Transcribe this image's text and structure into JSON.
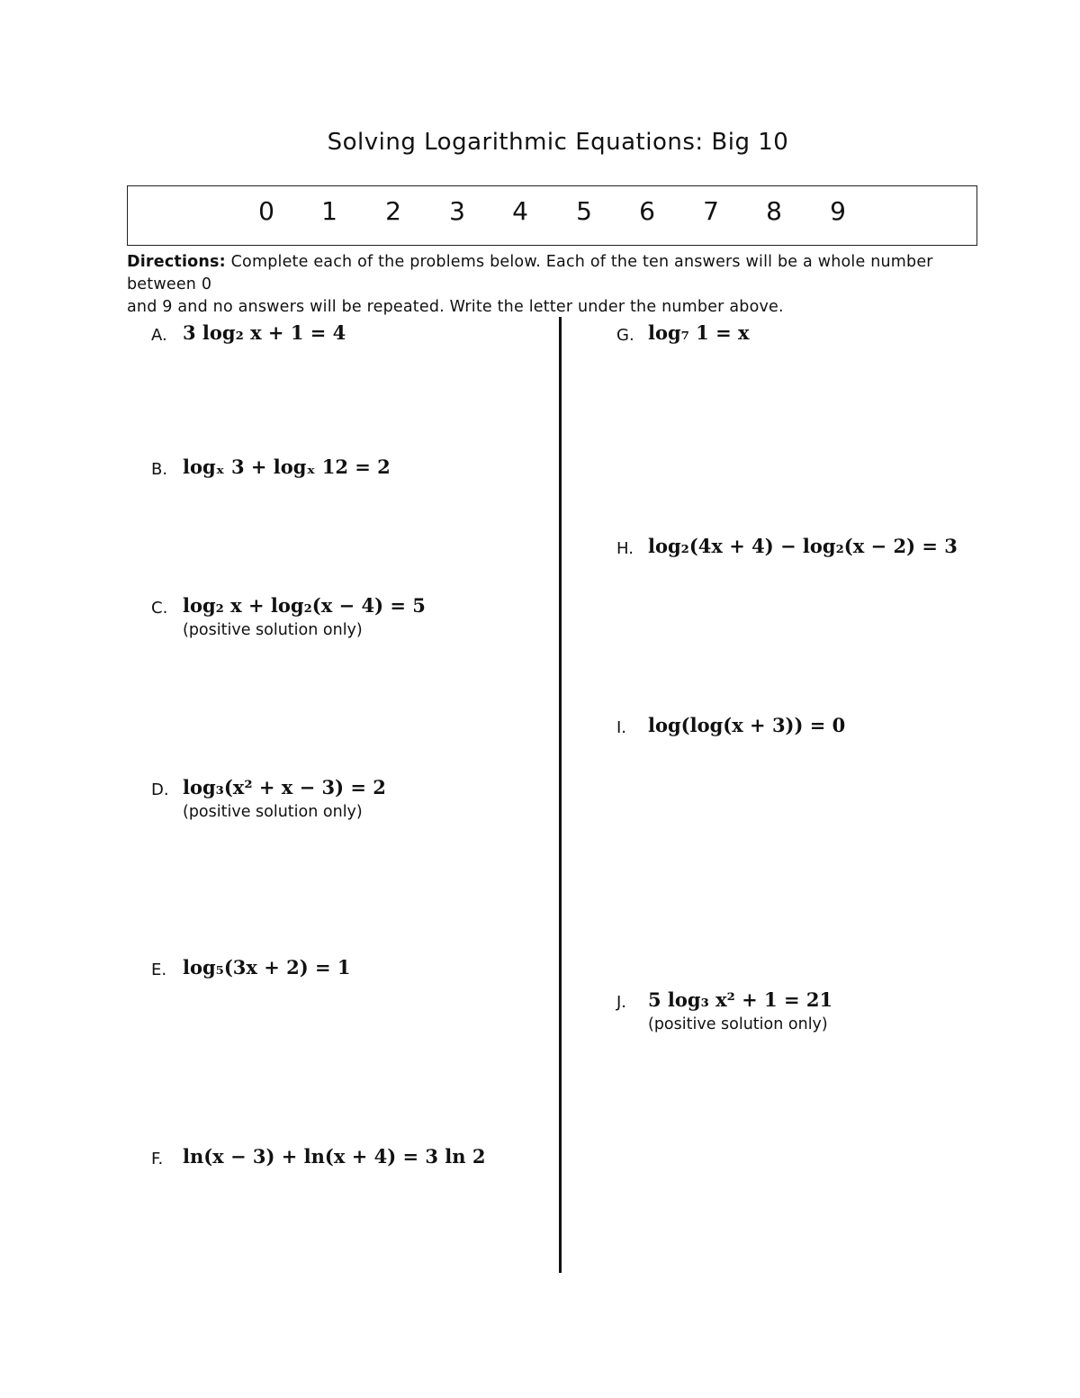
{
  "title": "Solving Logarithmic Equations: Big 10",
  "answer_digits": [
    "0",
    "1",
    "2",
    "3",
    "4",
    "5",
    "6",
    "7",
    "8",
    "9"
  ],
  "directions": {
    "label": "Directions:",
    "line1": "Complete each of the problems below. Each of the ten answers will be a whole number between 0",
    "line2": "and 9 and no answers will be repeated. Write the letter under the number above."
  },
  "problems": {
    "A": {
      "label": "A.",
      "equation": "3 log₂ x + 1 = 4"
    },
    "B": {
      "label": "B.",
      "equation": "logₓ 3 + logₓ 12 = 2"
    },
    "C": {
      "label": "C.",
      "equation": "log₂ x + log₂(x − 4) = 5",
      "note": "(positive solution only)"
    },
    "D": {
      "label": "D.",
      "equation": "log₃(x² + x − 3) = 2",
      "note": "(positive solution only)"
    },
    "E": {
      "label": "E.",
      "equation": "log₅(3x + 2) = 1"
    },
    "F": {
      "label": "F.",
      "equation": "ln(x − 3) + ln(x + 4) = 3 ln 2"
    },
    "G": {
      "label": "G.",
      "equation": "log₇ 1 = x"
    },
    "H": {
      "label": "H.",
      "equation": "log₂(4x + 4) − log₂(x − 2) = 3"
    },
    "I": {
      "label": "I.",
      "equation": "log(log(x + 3)) = 0"
    },
    "J": {
      "label": "J.",
      "equation": "5 log₃ x² + 1 = 21",
      "note": "(positive solution only)"
    }
  }
}
